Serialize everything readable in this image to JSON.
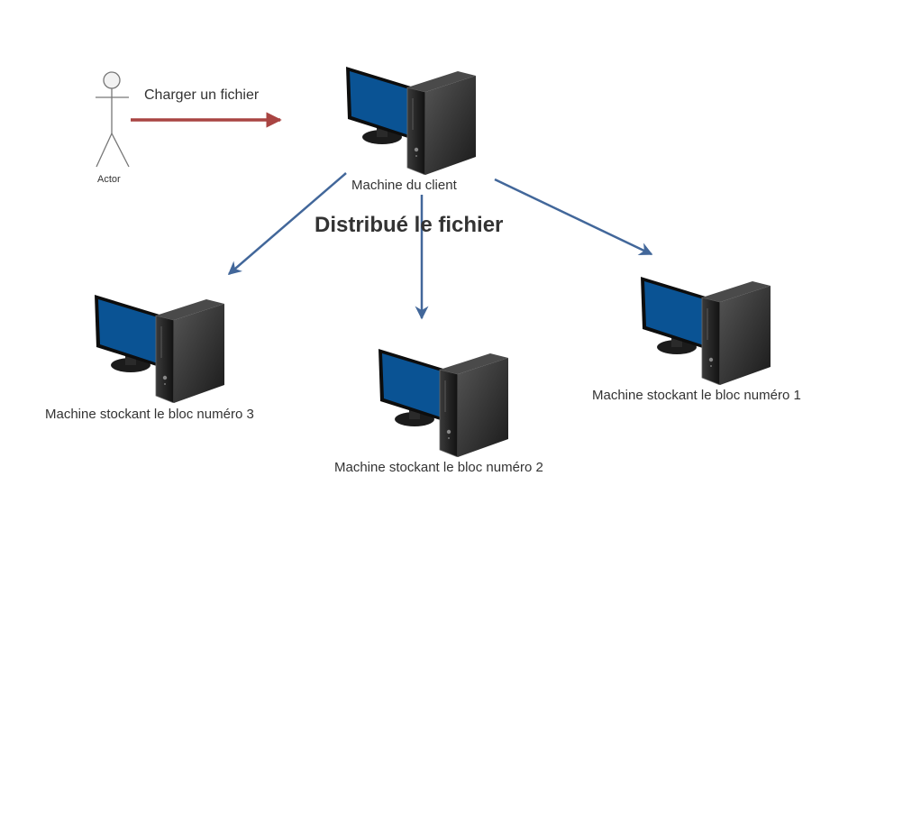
{
  "diagram": {
    "actor": {
      "label": "Actor"
    },
    "upload_edge": {
      "label": "Charger un fichier",
      "color": "#a94442"
    },
    "distribute_edge": {
      "label": "Distribué le fichier",
      "color": "#42679a"
    },
    "nodes": [
      {
        "id": "client",
        "label": "Machine du client"
      },
      {
        "id": "bloc3",
        "label": "Machine stockant le bloc numéro 3"
      },
      {
        "id": "bloc2",
        "label": "Machine stockant le bloc numéro 2"
      },
      {
        "id": "bloc1",
        "label": "Machine stockant le bloc numéro 1"
      }
    ],
    "colors": {
      "screen": "#0a5394",
      "case": "#2e2e2e",
      "text": "#333333"
    }
  }
}
